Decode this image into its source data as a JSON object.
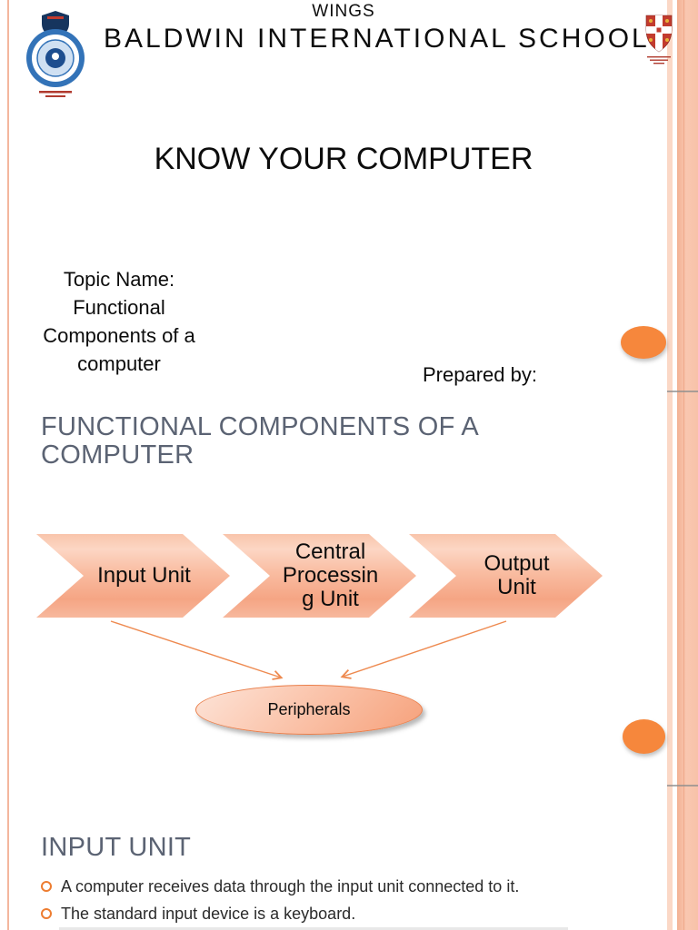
{
  "header": {
    "tagline": "WINGS",
    "school_name": "BALDWIN INTERNATIONAL SCHOOL"
  },
  "slides": {
    "title_slide": {
      "title": "KNOW YOUR COMPUTER",
      "topic_lines": [
        "Topic Name:",
        "Functional",
        "Components of a",
        "computer"
      ],
      "prepared_by": "Prepared by:"
    },
    "components_slide": {
      "heading_lines": [
        "FUNCTIONAL COMPONENTS OF A",
        "COMPUTER"
      ],
      "chevrons": [
        {
          "lines": [
            "Input Unit",
            "",
            ""
          ]
        },
        {
          "lines": [
            "Central",
            "Processin",
            "g Unit"
          ]
        },
        {
          "lines": [
            "Output",
            "Unit",
            ""
          ]
        }
      ],
      "peripherals_label": "Peripherals"
    },
    "input_unit_slide": {
      "heading": "INPUT UNIT",
      "bullets": [
        "A computer receives data through the input unit connected to it.",
        "The standard input device is a keyboard."
      ]
    }
  },
  "colors": {
    "accent_orange": "#f6873c",
    "peach_rail": "#f8c2a8",
    "chevron_peach_top": "#fcd6c4",
    "chevron_peach_bottom": "#f5a584",
    "heading_slate": "#5b6373",
    "bullet_marker_orange": "#ed7d31",
    "connector_orange": "#ee8a50",
    "crest_blue": "#3373b8",
    "shield_red": "#c23b2e"
  }
}
